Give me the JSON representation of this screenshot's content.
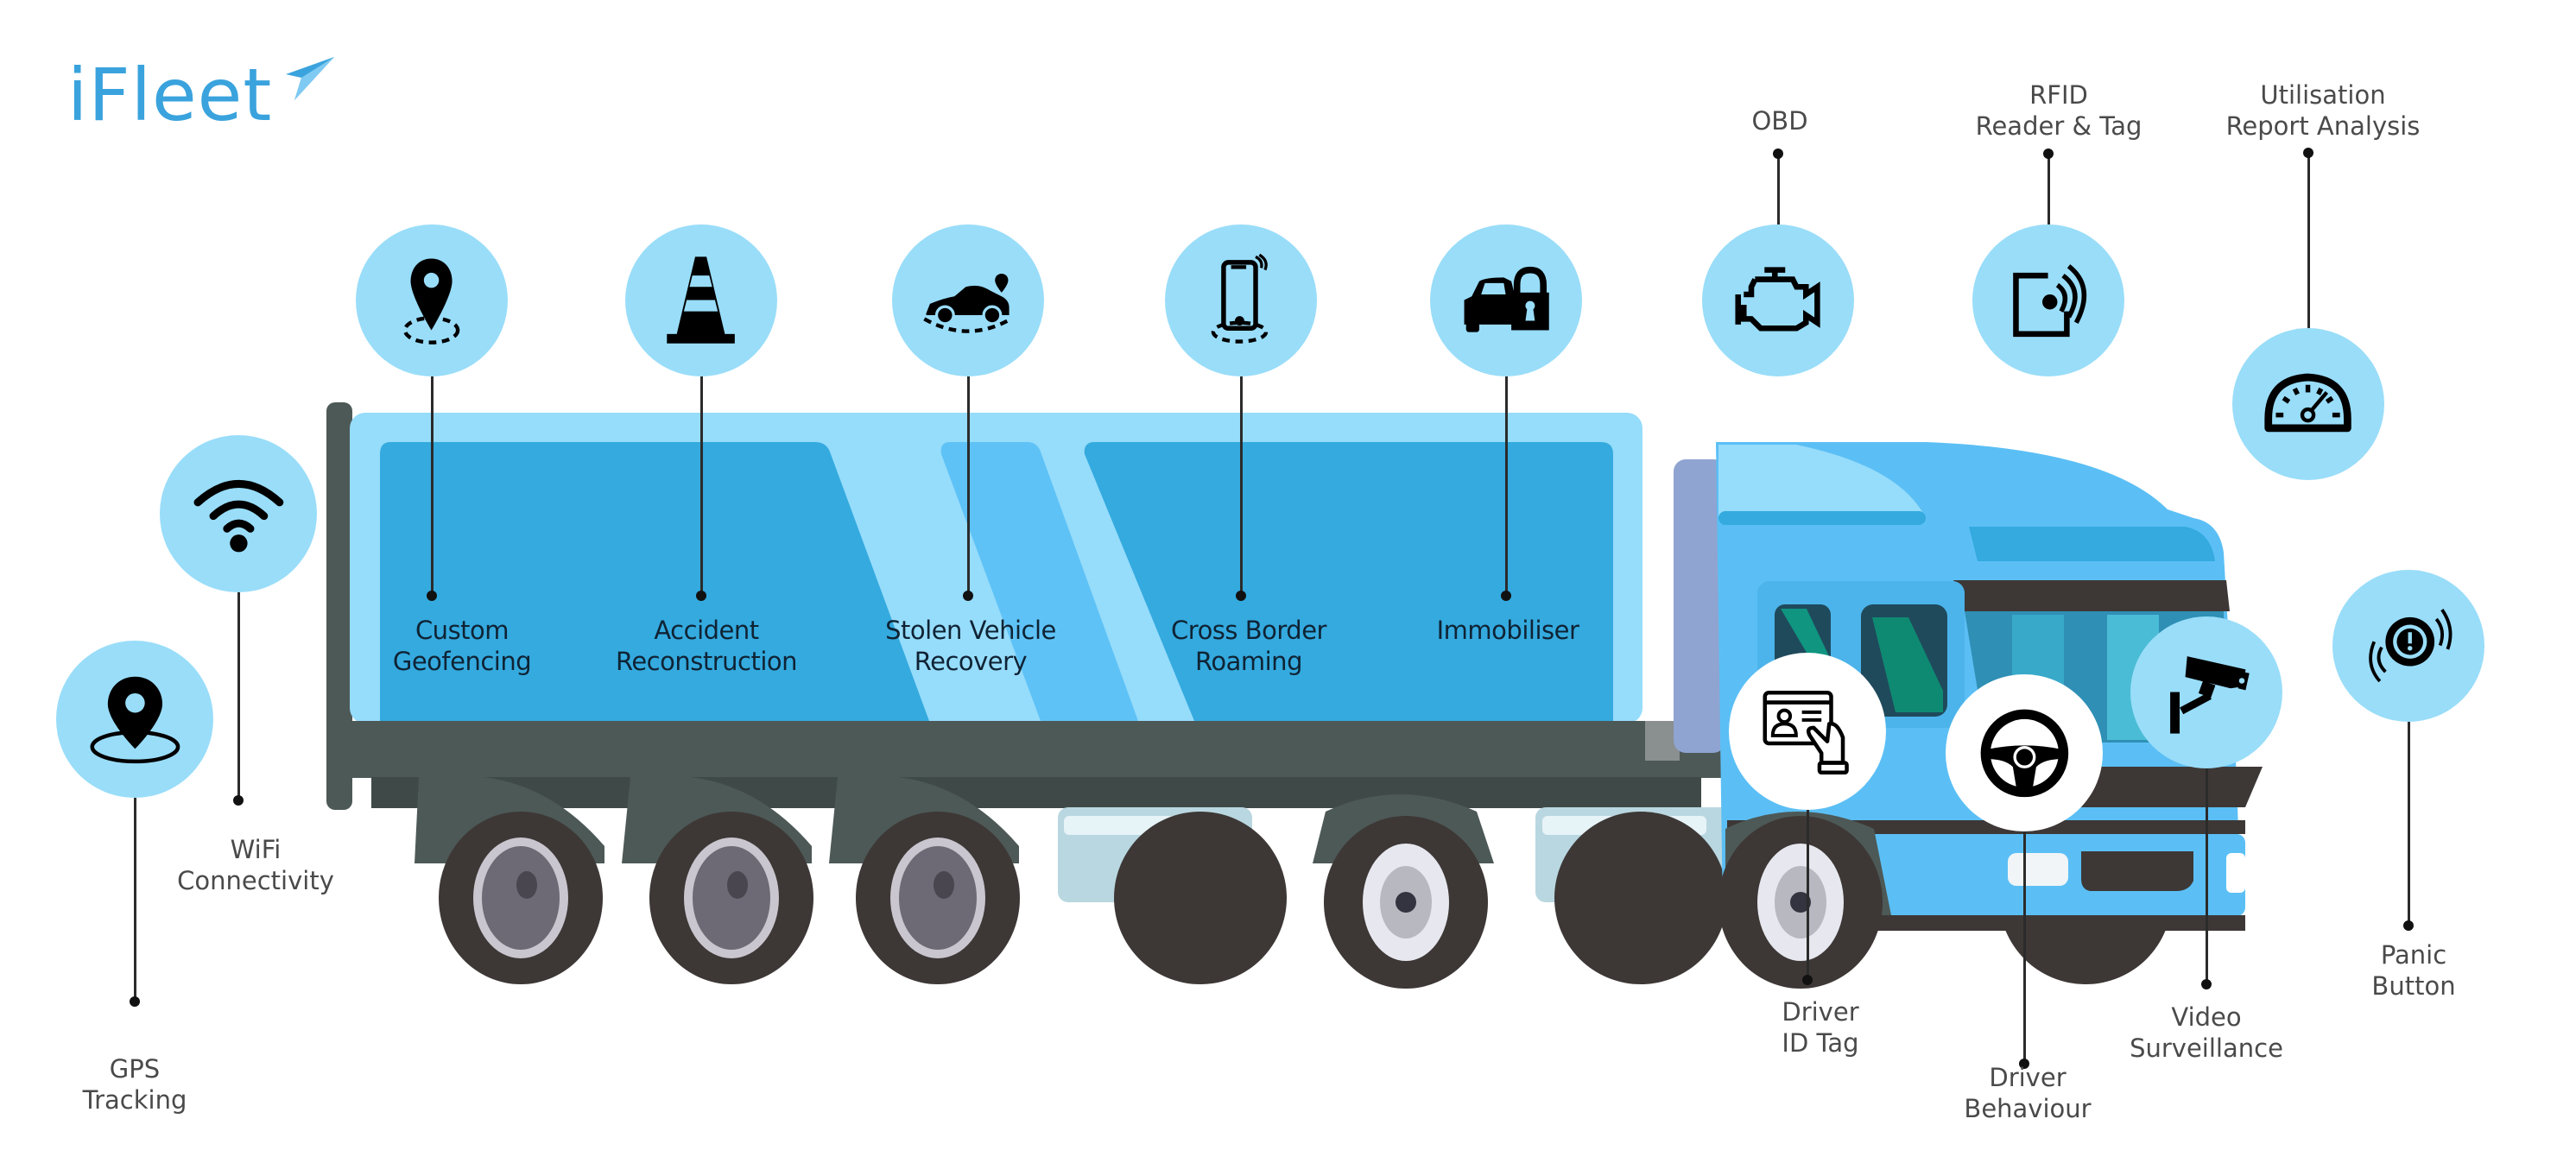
{
  "brand": {
    "name": "iFleet",
    "color": "#3aa3dd",
    "logo_icon": "paper-plane-icon"
  },
  "colors": {
    "badge_fill": "#99ddf9",
    "badge_fill_alt": "#ffffff",
    "trailer_light": "#96dcfb",
    "trailer_panel": "#34aadf",
    "trailer_stripe": "#5ec2f6",
    "cab_blue": "#5bbff5",
    "chassis": "#4d5957",
    "tyre": "#3d3836",
    "label_text": "#4a4a4a",
    "trailer_label_text": "#0f2334"
  },
  "features": [
    {
      "id": "gps-tracking",
      "lines": [
        "GPS",
        "Tracking"
      ],
      "icon": "map-pin-radius-icon",
      "badge": "light"
    },
    {
      "id": "wifi-connectivity",
      "lines": [
        "WiFi",
        "Connectivity"
      ],
      "icon": "wifi-icon",
      "badge": "light"
    },
    {
      "id": "custom-geofencing",
      "lines": [
        "Custom",
        "Geofencing"
      ],
      "icon": "geofence-pin-icon",
      "badge": "light"
    },
    {
      "id": "accident-reconstruction",
      "lines": [
        "Accident",
        "Reconstruction"
      ],
      "icon": "traffic-cone-icon",
      "badge": "light"
    },
    {
      "id": "stolen-vehicle-recovery",
      "lines": [
        "Stolen Vehicle",
        "Recovery"
      ],
      "icon": "car-location-icon",
      "badge": "light"
    },
    {
      "id": "cross-border-roaming",
      "lines": [
        "Cross Border",
        "Roaming"
      ],
      "icon": "smartphone-signal-icon",
      "badge": "light"
    },
    {
      "id": "immobiliser",
      "lines": [
        "Immobiliser"
      ],
      "icon": "car-padlock-icon",
      "badge": "light"
    },
    {
      "id": "obd",
      "lines": [
        "OBD"
      ],
      "icon": "engine-icon",
      "badge": "light"
    },
    {
      "id": "rfid-reader-tag",
      "lines": [
        "RFID",
        "Reader & Tag"
      ],
      "icon": "rfid-card-icon",
      "badge": "light"
    },
    {
      "id": "utilisation-report-analysis",
      "lines": [
        "Utilisation",
        "Report Analysis"
      ],
      "icon": "speedometer-icon",
      "badge": "light"
    },
    {
      "id": "panic-button",
      "lines": [
        "Panic",
        "Button"
      ],
      "icon": "alarm-button-icon",
      "badge": "light"
    },
    {
      "id": "driver-id-tag",
      "lines": [
        "Driver",
        "ID Tag"
      ],
      "icon": "id-card-hand-icon",
      "badge": "white"
    },
    {
      "id": "driver-behaviour",
      "lines": [
        "Driver",
        "Behaviour"
      ],
      "icon": "steering-wheel-icon",
      "badge": "white"
    },
    {
      "id": "video-surveillance",
      "lines": [
        "Video",
        "Surveillance"
      ],
      "icon": "cctv-camera-icon",
      "badge": "light"
    }
  ]
}
